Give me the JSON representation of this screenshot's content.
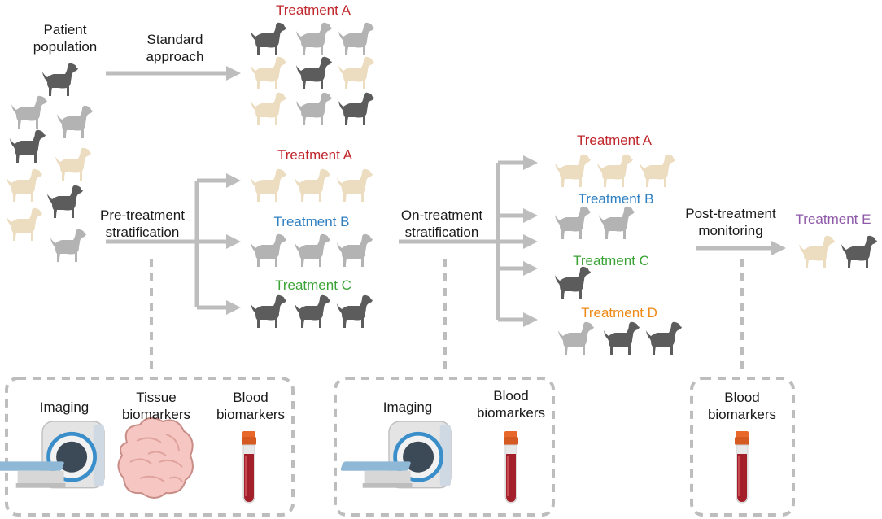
{
  "labels": {
    "patient_line1": "Patient",
    "patient_line2": "population",
    "standard_line1": "Standard",
    "standard_line2": "approach",
    "pre_line1": "Pre-treatment",
    "pre_line2": "stratification",
    "on_line1": "On-treatment",
    "on_line2": "stratification",
    "post_line1": "Post-treatment",
    "post_line2": "monitoring"
  },
  "treatments": {
    "standard_a": "Treatment A",
    "pre_a": "Treatment A",
    "pre_b": "Treatment B",
    "pre_c": "Treatment C",
    "on_a": "Treatment A",
    "on_b": "Treatment B",
    "on_c": "Treatment C",
    "on_d": "Treatment D",
    "post_e": "Treatment E"
  },
  "colors": {
    "treatment_a": "#c0272d",
    "treatment_b": "#2f7fc1",
    "treatment_c": "#3aa335",
    "treatment_d": "#ef8a17",
    "treatment_e": "#8e5aa8",
    "arrow": "#bdbdbd",
    "dog_dark": "#5c5c5c",
    "dog_gray": "#b3b3b3",
    "dog_cream": "#ecdcc0"
  },
  "biomarker_boxes": {
    "pre": {
      "imaging_line1": "Imaging",
      "tissue_line1": "Tissue",
      "tissue_line2": "biomarkers",
      "blood_line1": "Blood",
      "blood_line2": "biomarkers"
    },
    "on": {
      "imaging_line1": "Imaging",
      "blood_line1": "Blood",
      "blood_line2": "biomarkers"
    },
    "post": {
      "blood_line1": "Blood",
      "blood_line2": "biomarkers"
    }
  },
  "icons": [
    "dog-icon",
    "mri-scanner-icon",
    "tissue-icon",
    "blood-tube-icon"
  ]
}
